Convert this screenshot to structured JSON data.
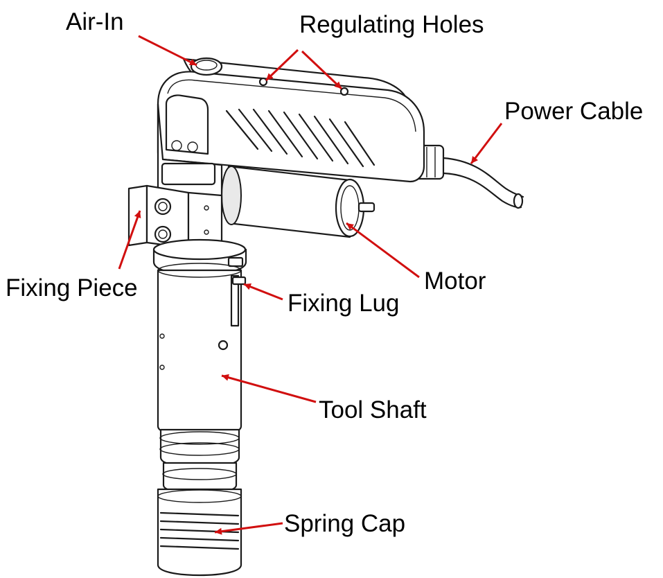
{
  "diagram": {
    "accent_color": "#d10f0f",
    "labels": {
      "air_in": "Air-In",
      "regulating_holes": "Regulating Holes",
      "power_cable": "Power Cable",
      "motor": "Motor",
      "fixing_piece": "Fixing Piece",
      "fixing_lug": "Fixing Lug",
      "tool_shaft": "Tool Shaft",
      "spring_cap": "Spring Cap"
    }
  }
}
